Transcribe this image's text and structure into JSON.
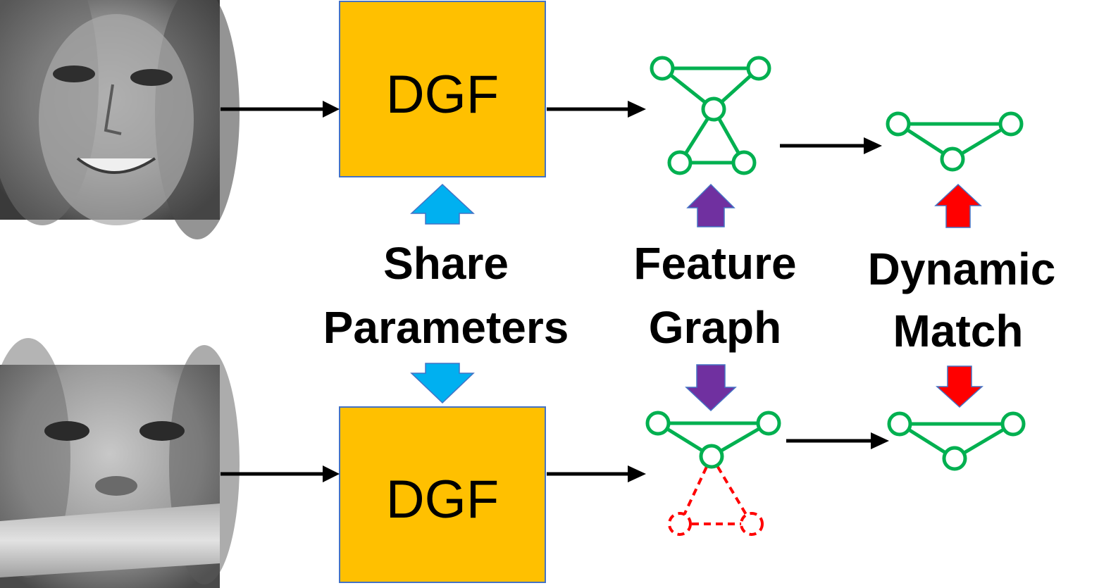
{
  "modules": {
    "top": {
      "label": "DGF"
    },
    "bottom": {
      "label": "DGF"
    }
  },
  "labels": {
    "share": {
      "line1": "Share",
      "line2": "Parameters"
    },
    "feature": {
      "line1": "Feature",
      "line2": "Graph"
    },
    "dynamic": {
      "line1": "Dynamic",
      "line2": "Match"
    }
  },
  "colors": {
    "dgf_fill": "#FFC000",
    "dgf_border": "#4472C4",
    "graph_green": "#00B050",
    "occluded_red": "#FF0000",
    "arrow_blue": "#00B0F0",
    "arrow_purple": "#7030A0",
    "arrow_red": "#FF0000",
    "arrow_black": "#000000"
  },
  "images": {
    "top": "face-photo",
    "bottom": "occluded-face-photo"
  }
}
